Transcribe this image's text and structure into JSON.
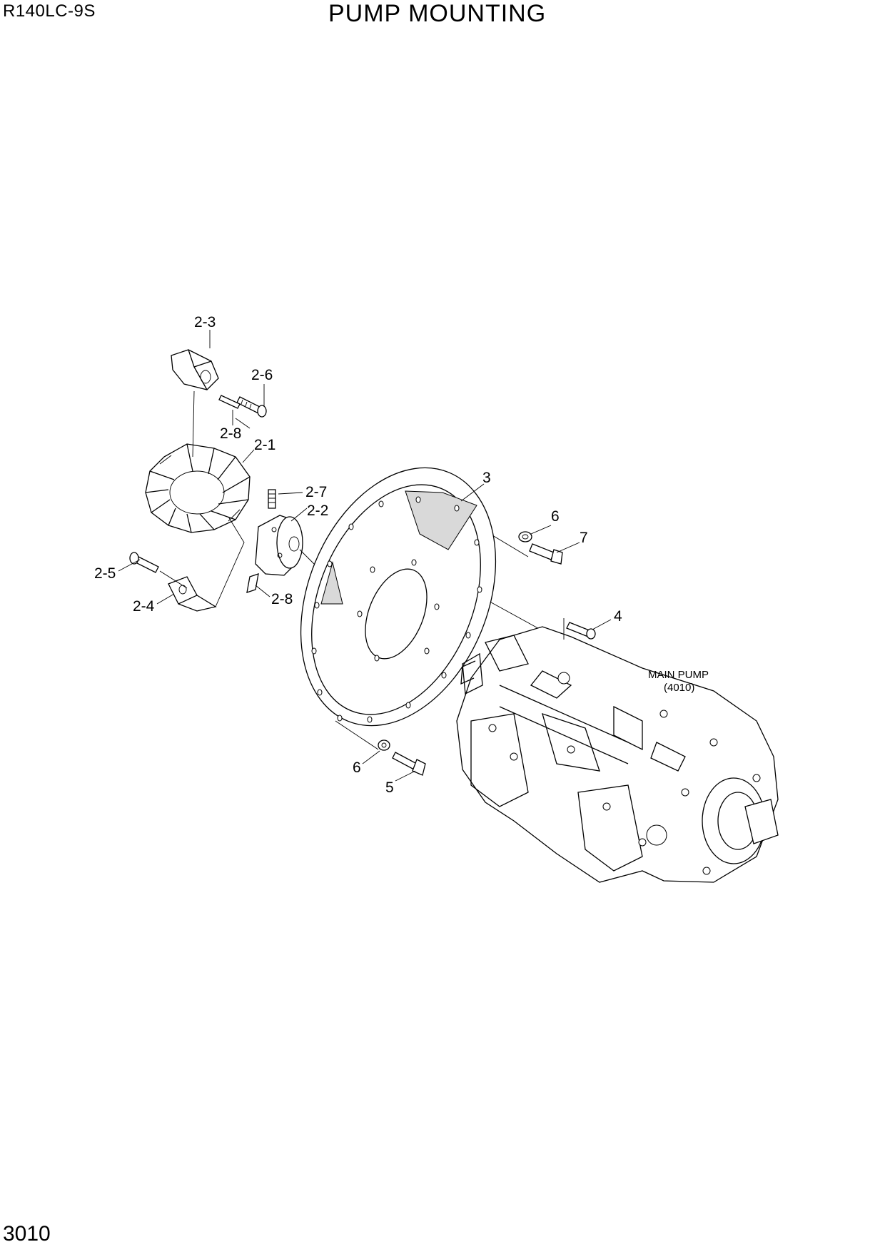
{
  "header": {
    "model": "R140LC-9S",
    "title": "PUMP MOUNTING"
  },
  "footer": {
    "page_number": "3010"
  },
  "callouts": {
    "c2_3": "2-3",
    "c2_6": "2-6",
    "c2_8a": "2-8",
    "c2_1": "2-1",
    "c2_7": "2-7",
    "c2_2": "2-2",
    "c2_5": "2-5",
    "c2_4": "2-4",
    "c2_8b": "2-8",
    "c3": "3",
    "c6a": "6",
    "c7": "7",
    "c4": "4",
    "c6b": "6",
    "c5": "5"
  },
  "main_pump": {
    "label": "MAIN PUMP",
    "ref": "(4010)"
  }
}
